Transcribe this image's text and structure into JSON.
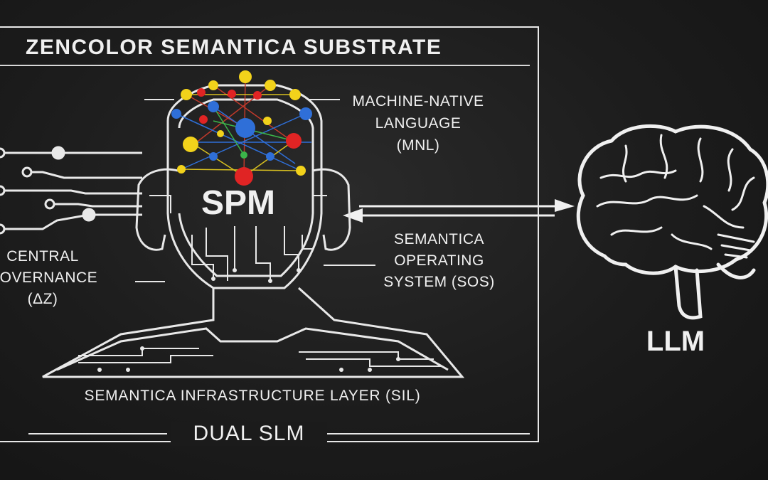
{
  "diagram": {
    "title": "ZENCOLOR SEMANTICA SUBSTRATE",
    "core_label": "SPM",
    "mnl_label": [
      "MACHINE-NATIVE",
      "LANGUAGE",
      "(MNL)"
    ],
    "sos_label": [
      "SEMANTICA",
      "OPERATING",
      "SYSTEM (SOS)"
    ],
    "governance_label": [
      "CENTRAL",
      "GOVERNANCE",
      "(ΔZ)"
    ],
    "infrastructure_label": "SEMANTICA INFRASTRUCTURE LAYER (SIL)",
    "footer_label": "DUAL SLM",
    "llm_label": "LLM"
  },
  "colors": {
    "background": "#1c1c1c",
    "line": "#e8e8e8",
    "node_red": "#e02424",
    "node_blue": "#2f6fd8",
    "node_yellow": "#f2d21b",
    "node_green": "#3bb54a"
  },
  "icons": [
    "neural-network-head-icon",
    "brain-icon",
    "circuit-connector-icon",
    "bidirectional-arrow-icon"
  ]
}
